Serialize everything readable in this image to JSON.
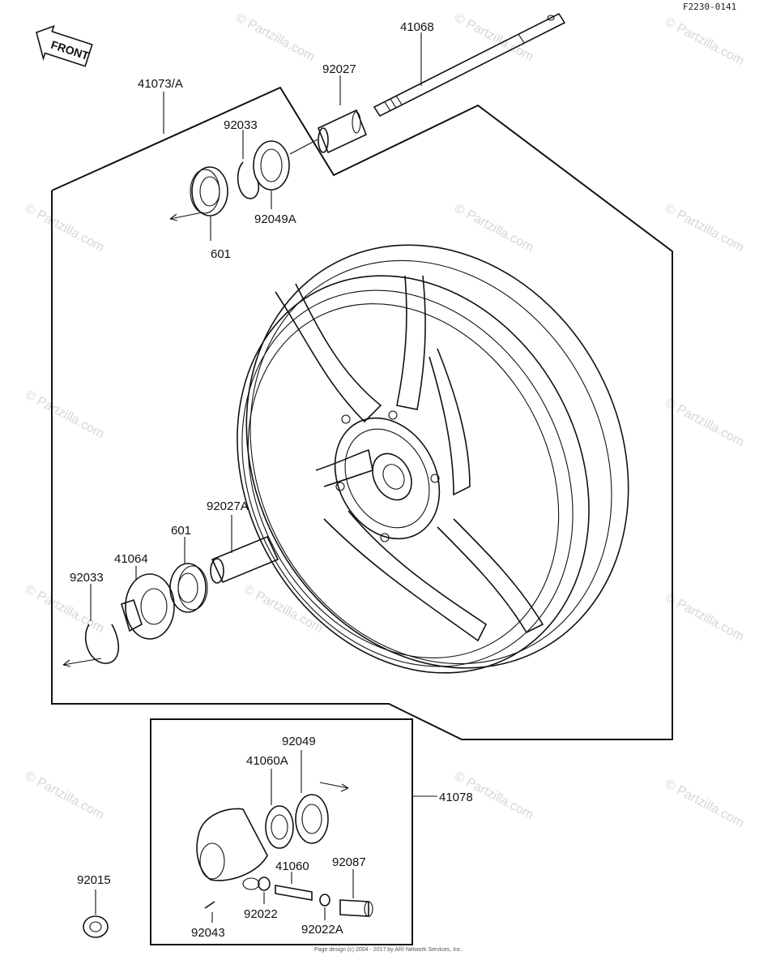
{
  "diagram_code": "F2230-0141",
  "front_label": "FRONT",
  "watermark": "© Partzilla.com",
  "footer_text": "Page design (c) 2004 - 2017 by ARI Network Services, Inc.",
  "parts": {
    "p41068": "41068",
    "p41073A": "41073/A",
    "p92027": "92027",
    "p92033_top": "92033",
    "p92049A": "92049A",
    "p601_top": "601",
    "p92027A": "92027A",
    "p601_mid": "601",
    "p41064": "41064",
    "p92033_bot": "92033",
    "p92049": "92049",
    "p41060A": "41060A",
    "p41078": "41078",
    "p92087": "92087",
    "p41060": "41060",
    "p92015": "92015",
    "p92022": "92022",
    "p92022A": "92022A",
    "p92043": "92043"
  }
}
